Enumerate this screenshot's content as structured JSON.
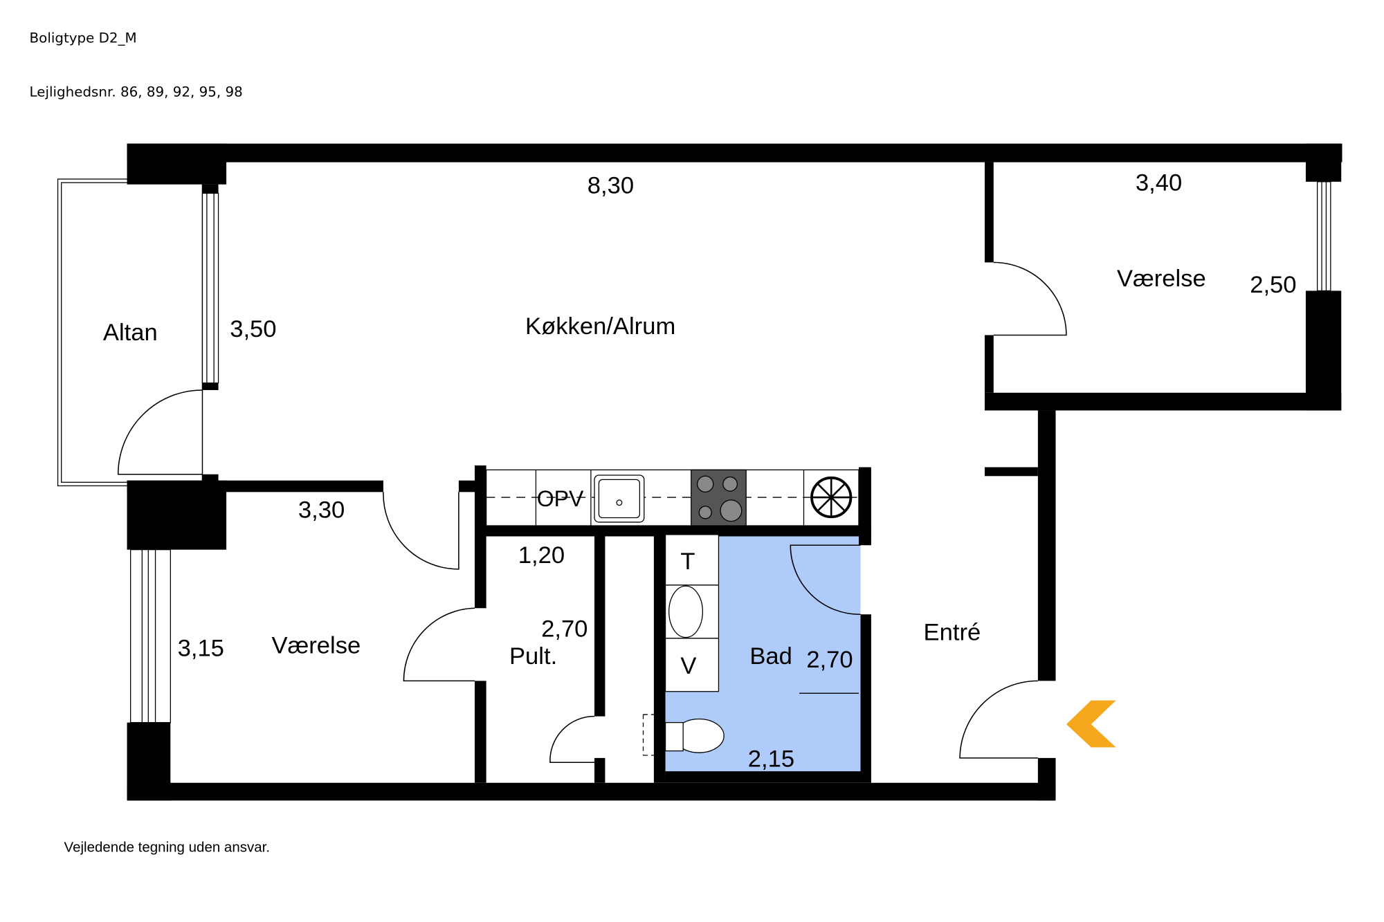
{
  "header": {
    "title": "Boligtype D2_M",
    "apartments": "Lejlighedsnr. 86, 89, 92, 95, 98"
  },
  "rooms": {
    "kitchen": {
      "name": "Køkken/Alrum",
      "width": "8,30",
      "depth": "3,50"
    },
    "bedroom_right": {
      "name": "Værelse",
      "width": "3,40",
      "depth": "2,50"
    },
    "balcony": {
      "name": "Altan"
    },
    "bedroom_left": {
      "name": "Værelse",
      "width": "3,30",
      "depth": "3,15"
    },
    "desk": {
      "name": "Pult.",
      "width": "1,20",
      "depth": "2,70"
    },
    "bath": {
      "name": "Bad",
      "width": "2,15",
      "depth": "2,70"
    },
    "entry": {
      "name": "Entré"
    }
  },
  "fixtures": {
    "dishwasher": "OPV",
    "dryer": "T",
    "washer": "V"
  },
  "colors": {
    "bath": "#aecbfa",
    "entrance_arrow": "#f5a81c",
    "hob": "#555555"
  },
  "footer": {
    "disclaimer": "Vejledende tegning uden ansvar."
  }
}
